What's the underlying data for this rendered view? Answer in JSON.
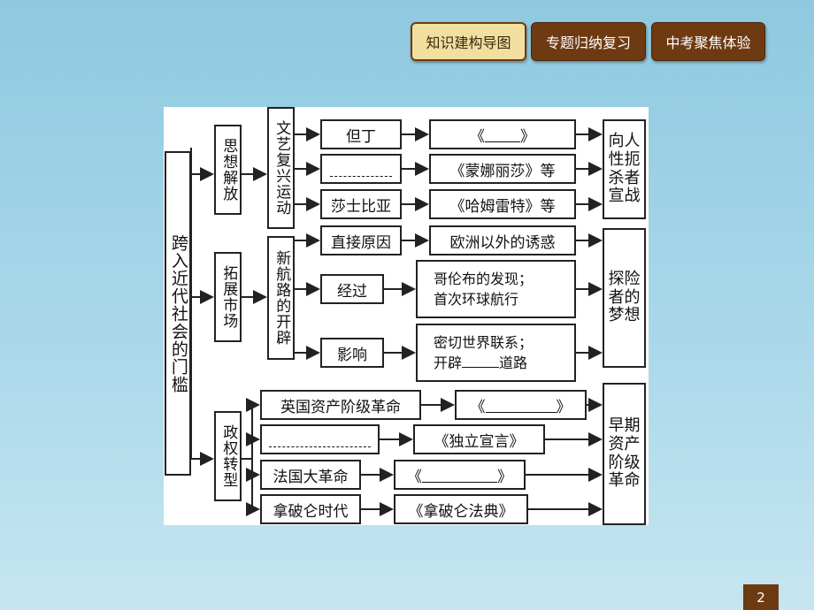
{
  "nav": {
    "tabs": [
      {
        "label": "知识建构导图",
        "active": true
      },
      {
        "label": "专题归纳复习",
        "active": false
      },
      {
        "label": "中考聚焦体验",
        "active": false
      }
    ]
  },
  "diagram": {
    "root": "跨入近代社会的门槛",
    "branches": [
      {
        "label": "思想解放",
        "sub": "文艺复兴运动",
        "outcome": "向人性扼杀者宣战"
      },
      {
        "label": "拓展市场",
        "sub": "新航路的开辟",
        "outcome": "探险者的梦想"
      },
      {
        "label": "政权转型",
        "outcome": "早期资产阶级革命"
      }
    ],
    "renaissance_rows": [
      {
        "left": "但丁",
        "right_open": "《",
        "right_close": "》"
      },
      {
        "left": "",
        "right": "《蒙娜丽莎》等"
      },
      {
        "left": "莎士比亚",
        "right": "《哈姆雷特》等"
      }
    ],
    "exploration_rows": [
      {
        "left": "直接原因",
        "right": "欧洲以外的诱惑"
      },
      {
        "left": "经过",
        "right_line1": "哥伦布的发现；",
        "right_line2": "首次环球航行"
      },
      {
        "left": "影响",
        "right_line1": "密切世界联系；",
        "right_line2_pre": "开辟",
        "right_line2_post": "道路"
      }
    ],
    "revolution_rows": [
      {
        "left": "英国资产阶级革命",
        "right_open": "《",
        "right_close": "》"
      },
      {
        "left": "",
        "right": "《独立宣言》"
      },
      {
        "left": "法国大革命",
        "right_open": "《",
        "right_close": "》"
      },
      {
        "left": "拿破仑时代",
        "right": "《拿破仑法典》"
      }
    ]
  },
  "footer": {
    "page_number": "2"
  },
  "colors": {
    "nav_bg": "#6e3a12",
    "nav_active_bg": "#f2dfa0",
    "background": "#a9d8ea"
  }
}
